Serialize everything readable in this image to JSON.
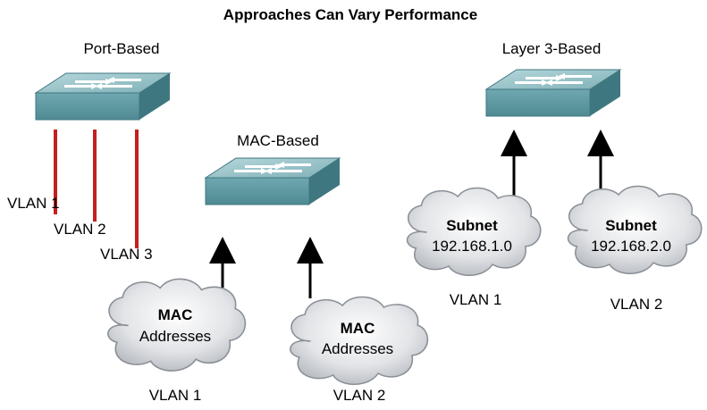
{
  "title": "Approaches Can Vary Performance",
  "port_based": {
    "heading": "Port-Based",
    "vlans": [
      "VLAN 1",
      "VLAN 2",
      "VLAN 3"
    ]
  },
  "mac_based": {
    "heading": "MAC-Based",
    "cloud_title": "MAC",
    "cloud_subtitle": "Addresses",
    "vlans": [
      "VLAN 1",
      "VLAN 2"
    ]
  },
  "layer3_based": {
    "heading": "Layer 3-Based",
    "clouds": [
      {
        "title": "Subnet",
        "subtitle": "192.168.1.0",
        "vlan": "VLAN 1"
      },
      {
        "title": "Subnet",
        "subtitle": "192.168.2.0",
        "vlan": "VLAN 2"
      }
    ]
  },
  "colors": {
    "switch_top": "#8fbec4",
    "switch_front": "#5e9aa2",
    "switch_side": "#3f7780",
    "port_wire": "#c41e1e",
    "cloud_fill": "#d8dadd",
    "arrow": "#000000"
  },
  "icons": [
    "switch-icon",
    "cloud-icon",
    "up-arrow-icon",
    "wire-icon"
  ]
}
